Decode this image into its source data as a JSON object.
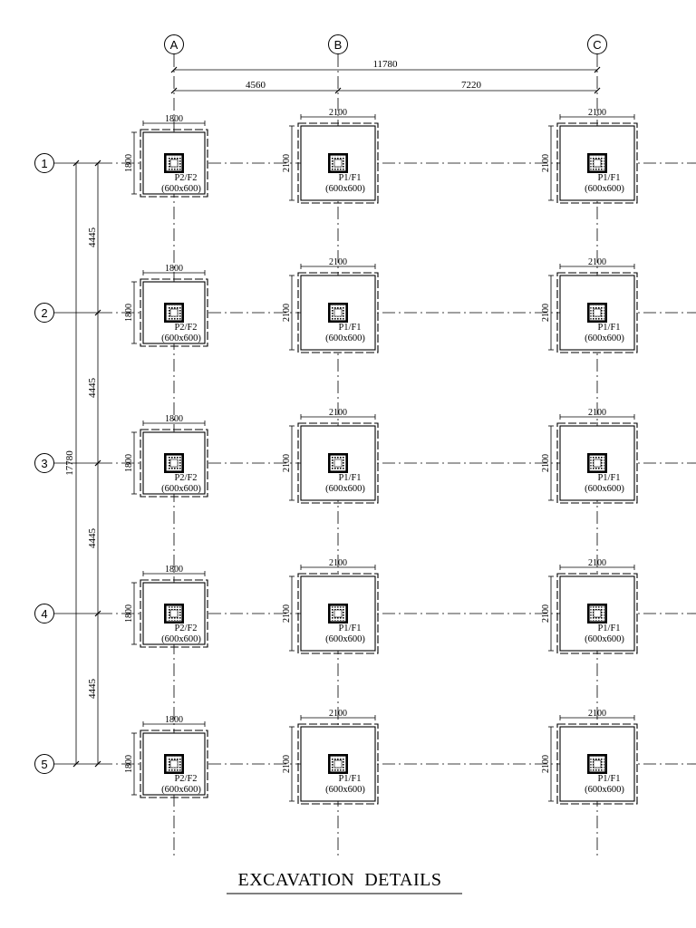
{
  "drawing": {
    "title": "EXCAVATION  DETAILS",
    "grid_columns": [
      {
        "label": "A"
      },
      {
        "label": "B"
      },
      {
        "label": "C"
      }
    ],
    "grid_rows": [
      {
        "label": "1"
      },
      {
        "label": "2"
      },
      {
        "label": "3"
      },
      {
        "label": "4"
      },
      {
        "label": "5"
      }
    ],
    "dimensions": {
      "overall_x": "11780",
      "a_to_b": "4560",
      "b_to_c": "7220",
      "overall_y": "17780",
      "row_spacing": [
        "4445",
        "4445",
        "4445",
        "4445"
      ]
    },
    "footing_types": {
      "F2": {
        "mark": "P2/F2",
        "size": "(600x600)",
        "width": "1800",
        "depth": "1800"
      },
      "F1": {
        "mark": "P1/F1",
        "size": "(600x600)",
        "width": "2100",
        "depth": "2100"
      }
    },
    "footing_columns": [
      "F2",
      "F1",
      "F1"
    ],
    "colors": {
      "line": "#000000",
      "background": "#ffffff"
    }
  }
}
